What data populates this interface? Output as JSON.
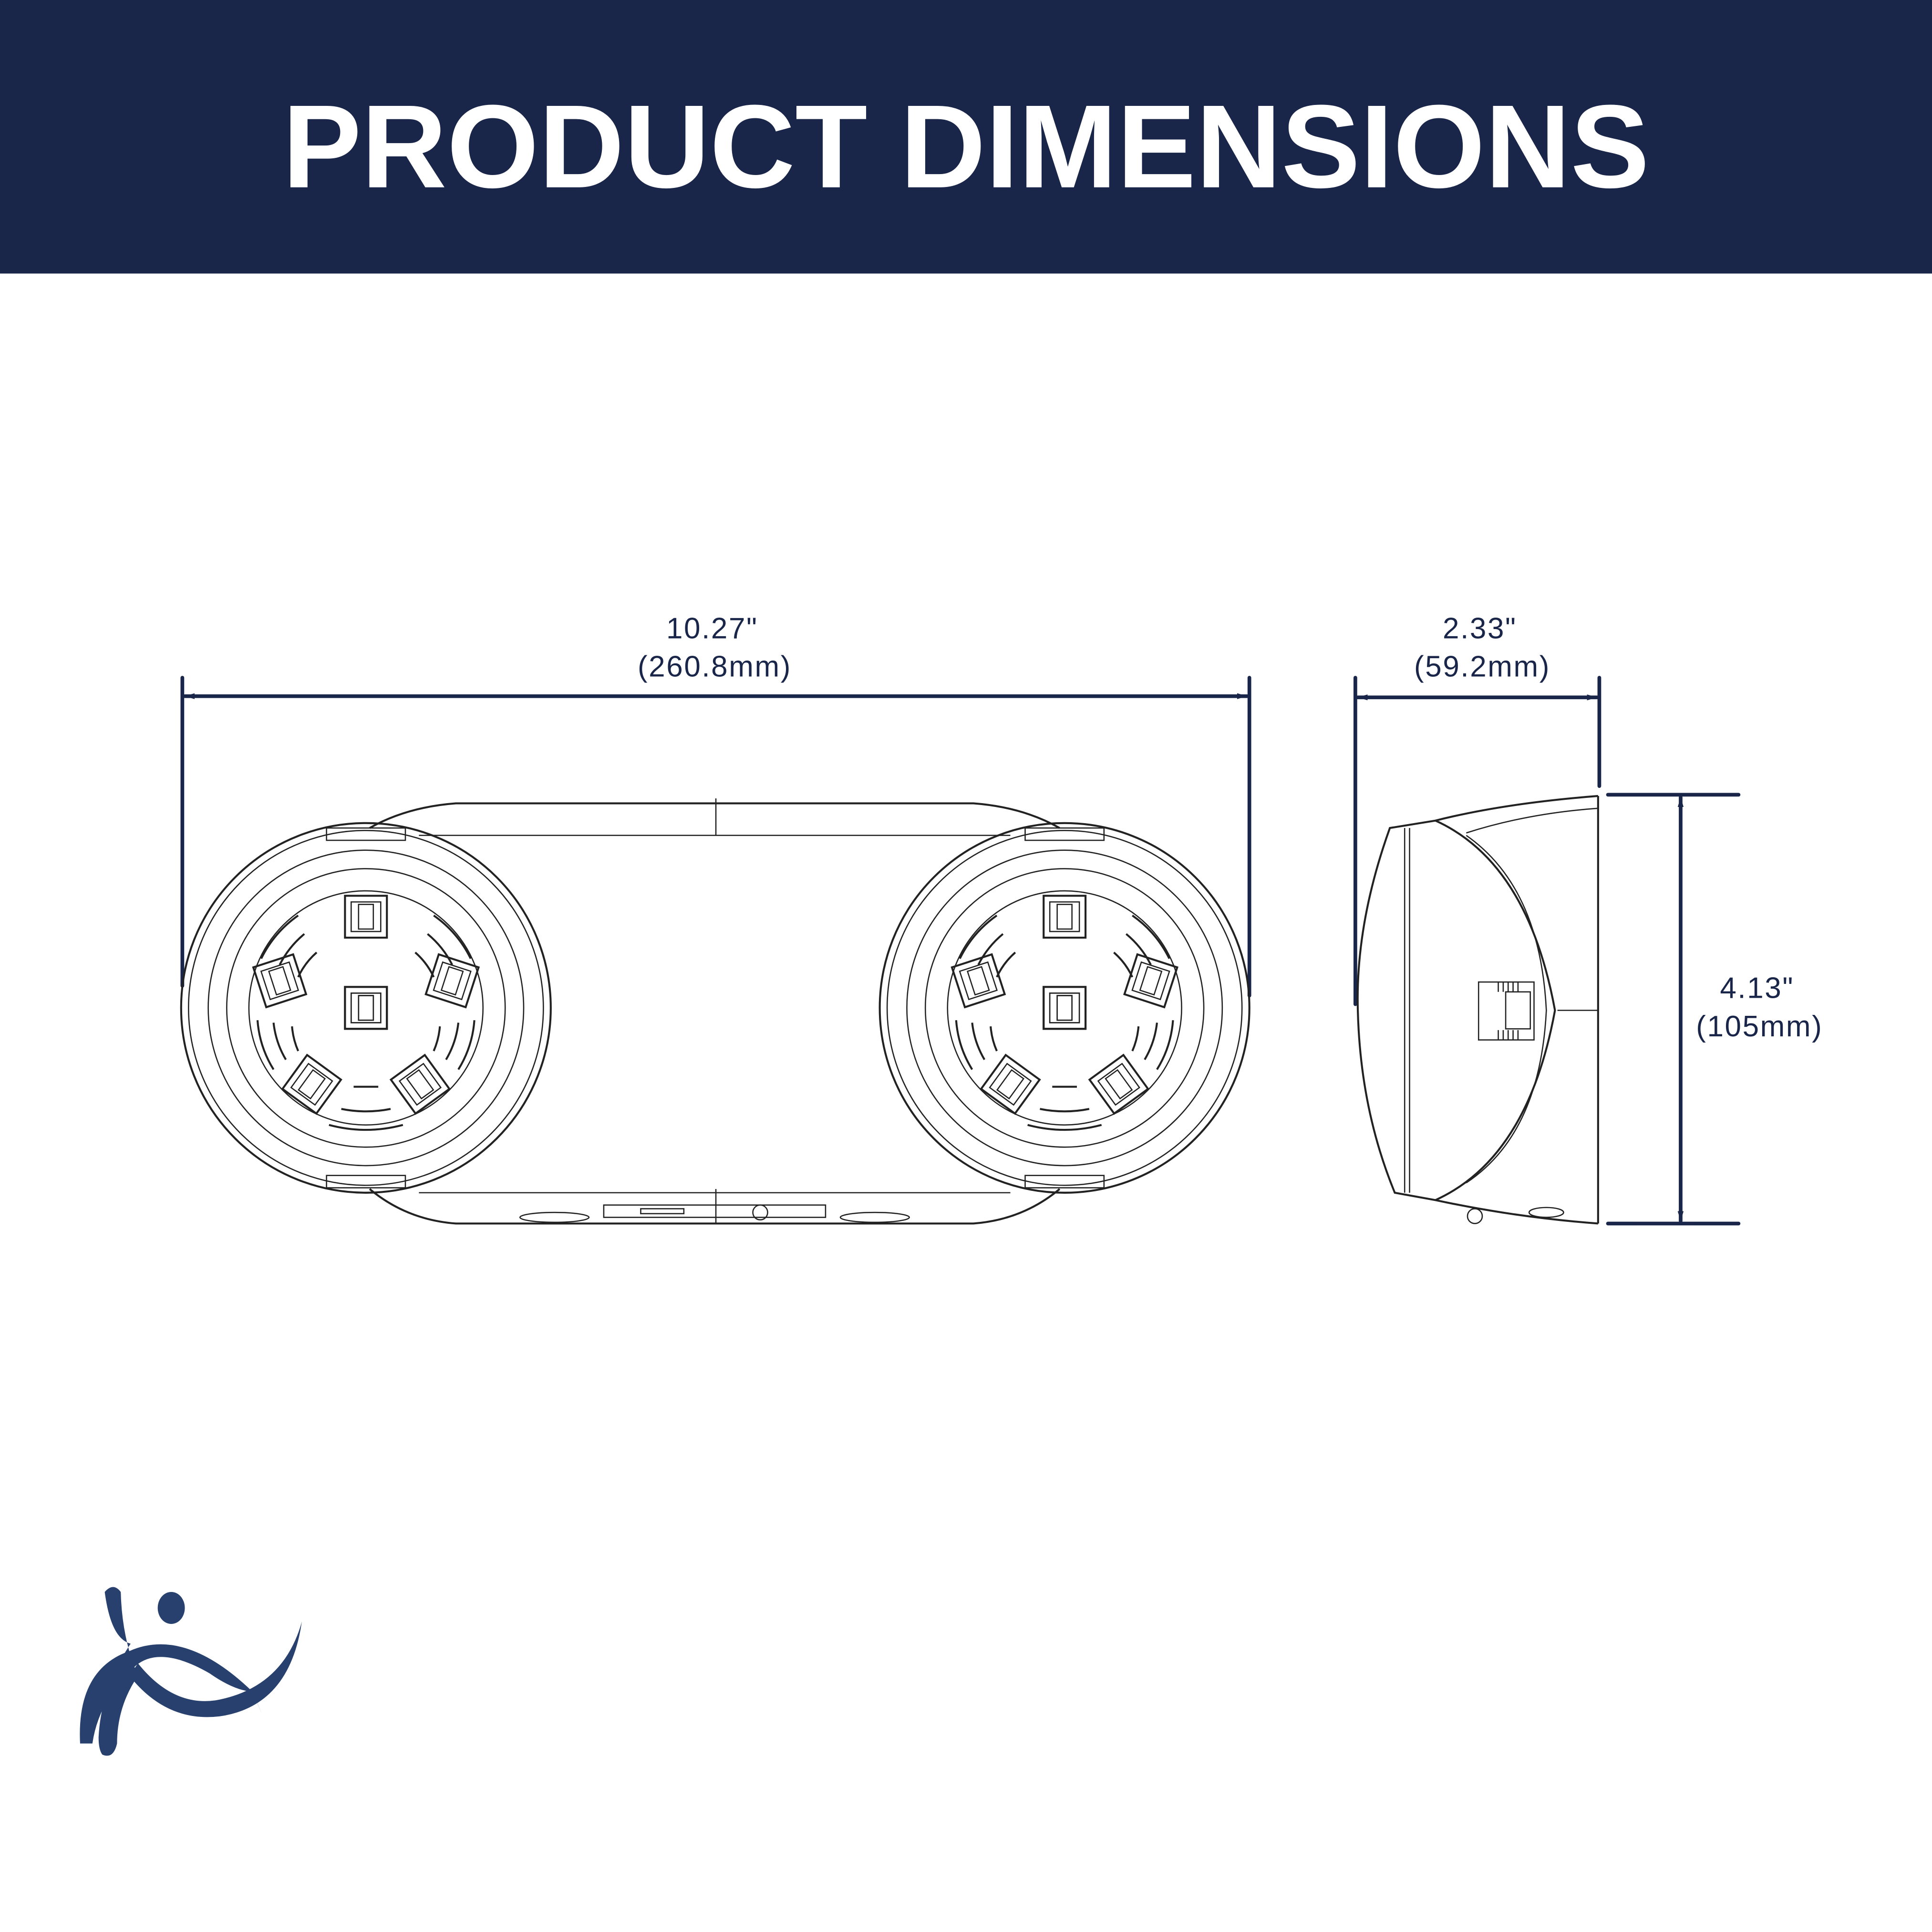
{
  "header": {
    "title": "PRODUCT DIMENSIONS"
  },
  "dimensions": {
    "width": {
      "inches": "10.27\"",
      "mm": "(260.8mm)"
    },
    "depth": {
      "inches": "2.33\"",
      "mm": "(59.2mm)"
    },
    "height": {
      "inches": "4.13\"",
      "mm": "(105mm)"
    }
  },
  "colors": {
    "header_bg": "#1a2649",
    "dimension_lines": "#1a2649",
    "logo": "#27406e"
  },
  "icons": [
    "brand-logo-icon"
  ]
}
